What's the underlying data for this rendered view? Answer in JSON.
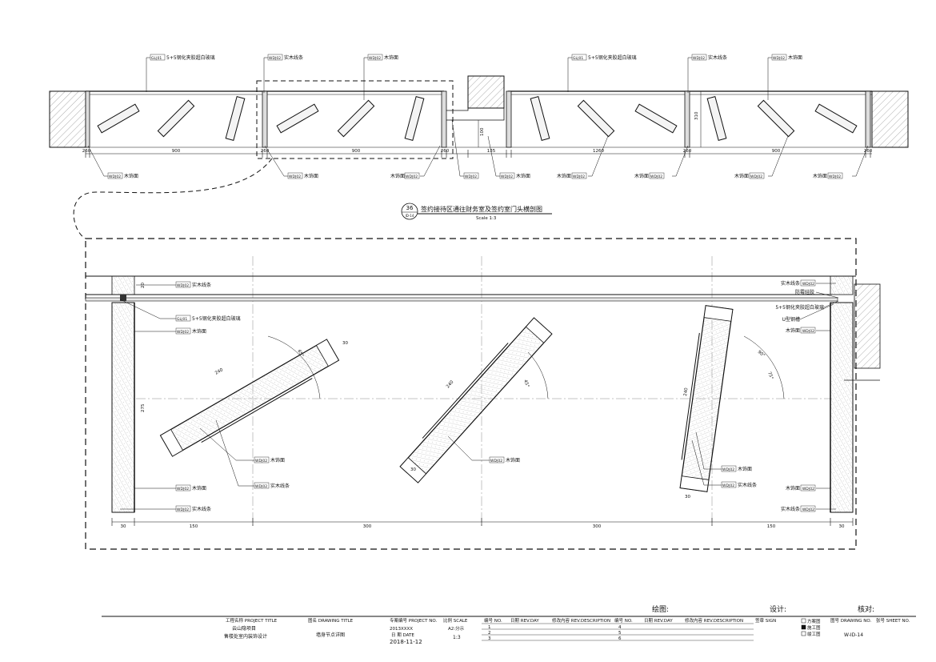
{
  "top_section": {
    "labels_upper": [
      {
        "code": "GL|01",
        "text": "5+5钢化夹胶超白玻璃"
      },
      {
        "code": "WD|02",
        "text": "实木线条"
      },
      {
        "code": "WD|02",
        "text": "木饰面"
      },
      {
        "code": "GL|01",
        "text": "5+5钢化夹胶超白玻璃"
      },
      {
        "code": "WD|02",
        "text": "实木线条"
      },
      {
        "code": "WD|02",
        "text": "木饰面"
      }
    ],
    "labels_lower": [
      {
        "code": "WD|02",
        "text": "木饰面"
      },
      {
        "code": "WD|02",
        "text": "木饰面"
      },
      {
        "code": "WD|02",
        "text": "木饰面"
      },
      {
        "code": "WD|02",
        "text": "木饰面"
      },
      {
        "code": "WD|02",
        "text": "木饰面"
      },
      {
        "code": "WD|02",
        "text": "木饰面"
      },
      {
        "code": "WD|02",
        "text": "木饰面"
      },
      {
        "code": "WD|02",
        "text": "木饰面"
      }
    ],
    "dims": [
      "260",
      "900",
      "260",
      "900",
      "260",
      "135",
      "1260",
      "260",
      "900",
      "260",
      "310",
      "100"
    ]
  },
  "section_title": {
    "number": "36",
    "sheet_ref": "ID-14",
    "title": "签约接待区通往财务室及签约室门头横剖图",
    "scale": "Scale 1:3"
  },
  "detail_section": {
    "labels_left": [
      {
        "code": "WD|02",
        "text": "实木线条"
      },
      {
        "code": "GL|01",
        "text": "5+5钢化夹胶超白玻璃"
      },
      {
        "code": "WD|02",
        "text": "木饰面"
      },
      {
        "code": "WD|02",
        "text": "木饰面"
      },
      {
        "code": "WD|02",
        "text": "实木线条"
      }
    ],
    "labels_mid": [
      {
        "code": "WD|02",
        "text": "木饰面"
      },
      {
        "code": "WD|02",
        "text": "实木线条"
      },
      {
        "code": "WD|02",
        "text": "木饰面"
      },
      {
        "code": "WD|02",
        "text": "木饰面"
      },
      {
        "code": "WD|02",
        "text": "实木线条"
      }
    ],
    "labels_right": [
      {
        "code": "WD|02",
        "text": "实木线条"
      },
      {
        "code": "",
        "text": "防霉硅胶"
      },
      {
        "code": "",
        "text": "5+5钢化夹胶超白玻璃"
      },
      {
        "code": "",
        "text": "U型钢槽"
      },
      {
        "code": "WD|02",
        "text": "木饰面"
      },
      {
        "code": "WD|02",
        "text": "木饰面"
      },
      {
        "code": "WD|02",
        "text": "实木线条"
      }
    ],
    "dims_bottom": [
      "30",
      "150",
      "300",
      "300",
      "150",
      "30"
    ],
    "dims_misc": [
      "20",
      "275",
      "240",
      "30",
      "240",
      "30",
      "240",
      "30",
      "30"
    ],
    "angles": [
      "65°",
      "45°",
      "75°",
      "90°"
    ]
  },
  "title_block": {
    "signatures": {
      "draw": "绘图:",
      "design": "设计:",
      "check": "核对:"
    },
    "project_title_label": "工程名称 PROJECT TITLE",
    "project_name_1": "云山隐项目",
    "project_name_2": "售楼处室内装饰设计",
    "drawing_title_label": "图名 DRAWING TITLE",
    "drawing_title": "墙身节点详图",
    "project_no_label": "专案编号 PROJECT NO.",
    "project_no": "2013XXXX",
    "scale_label": "比例 SCALE",
    "scale_value_1": "A2:分示",
    "scale_value_2": "1:3",
    "date_label": "日 期 DATE",
    "date": "2018-11-12",
    "rev_headers": [
      "编号 NO.",
      "日期 REV.DAY",
      "修改内容 REV.DESCRIPTION",
      "编号 NO.",
      "日期 REV.DAY",
      "修改内容 REV.DESCRIPTION",
      "签章 SIGN"
    ],
    "rev_numbers": [
      "1",
      "2",
      "3",
      "4",
      "5",
      "6"
    ],
    "stages": [
      "方案图",
      "施工图",
      "竣工图"
    ],
    "drawing_no_label": "图号 DRAWING NO.",
    "sheet_no_label": "张号 SHEET NO.",
    "drawing_no": "W-ID-14"
  }
}
